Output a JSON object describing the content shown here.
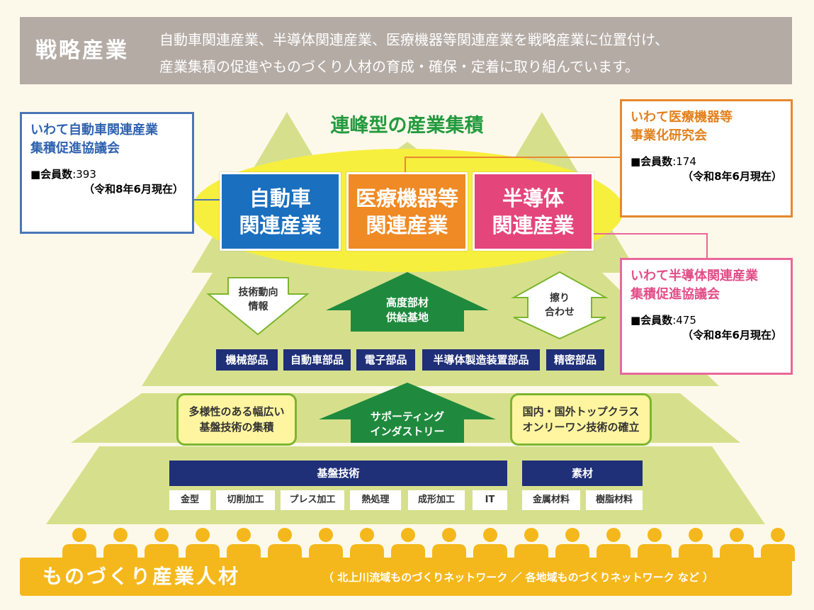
{
  "header": {
    "title": "戦略産業",
    "line1": "自動車関連産業、半導体関連産業、医療機器等関連産業を戦略産業に位置付け、",
    "line2": "産業集積の促進やものづくり人材の育成・確保・定着に取り組んでいます。"
  },
  "peak_title": "連峰型の産業集積",
  "industries": [
    {
      "line1": "自動車",
      "line2": "関連産業",
      "color": "#1a6fbf"
    },
    {
      "line1": "医療機器等",
      "line2": "関連産業",
      "color": "#ef8a24"
    },
    {
      "line1": "半導体",
      "line2": "関連産業",
      "color": "#e4457a"
    }
  ],
  "associations": {
    "auto": {
      "name1": "いわて自動車関連産業",
      "name2": "集積促進協議会",
      "count_label": "■会員数",
      "count": ":393",
      "date": "（令和8年6月現在）",
      "color": "#4a76b8"
    },
    "medical": {
      "name1": "いわて医療機器等",
      "name2": "事業化研究会",
      "count_label": "■会員数",
      "count": ":174",
      "date": "（令和8年6月現在）",
      "color": "#e8882e"
    },
    "semi": {
      "name1": "いわて半導体関連産業",
      "name2": "集積促進協議会",
      "count_label": "■会員数",
      "count": ":475",
      "date": "（令和8年6月現在）",
      "color": "#e8689a"
    }
  },
  "arrows": {
    "tech_info_1": "技術動向",
    "tech_info_2": "情報",
    "advanced_1": "高度部材",
    "advanced_2": "供給基地",
    "match_1": "擦り",
    "match_2": "合わせ",
    "support_1": "サポーティング",
    "support_2": "インダストリー"
  },
  "parts": [
    "機械部品",
    "自動車部品",
    "電子部品",
    "半導体製造装置部品",
    "精密部品"
  ],
  "side_boxes": {
    "left_1": "多様性のある幅広い",
    "left_2": "基盤技術の集積",
    "right_1": "国内・国外トップクラス",
    "right_2": "オンリーワン技術の確立"
  },
  "base_tech": {
    "title": "基盤技術",
    "items": [
      "金型",
      "切削加工",
      "プレス加工",
      "熱処理",
      "成形加工",
      "IT"
    ]
  },
  "materials": {
    "title": "素材",
    "items": [
      "金属材料",
      "樹脂材料"
    ]
  },
  "footer": {
    "title": "ものづくり産業人材",
    "subtitle": "（ 北上川流域ものづくりネットワーク ／ 各地域ものづくりネットワーク など ）"
  }
}
